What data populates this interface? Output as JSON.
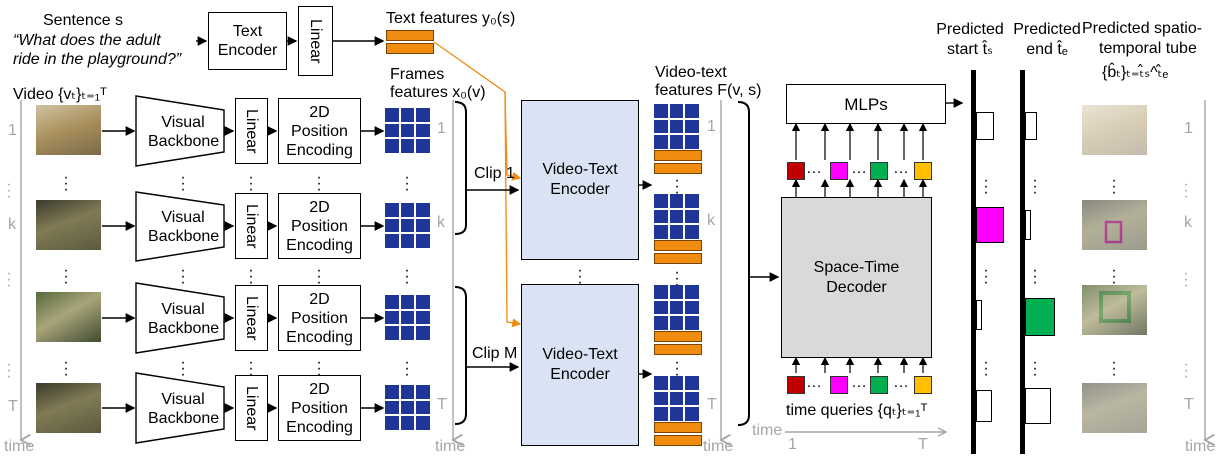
{
  "sentence": {
    "label": "Sentence s",
    "text_line1": "“What does the adult",
    "text_line2": "ride in the playground?”"
  },
  "text_encoder": {
    "label_line1": "Text",
    "label_line2": "Encoder",
    "linear": "Linear"
  },
  "text_features": {
    "label": "Text features y₀(s)"
  },
  "video": {
    "label": "Video {vₜ}ₜ₌₁ᵀ"
  },
  "frames_features": {
    "label_line1": "Frames",
    "label_line2": "features x₀(v)"
  },
  "rows": [
    {
      "time_label": "1",
      "backbone_line1": "Visual",
      "backbone_line2": "Backbone",
      "linear": "Linear",
      "pe_line1": "2D",
      "pe_line2": "Position",
      "pe_line3": "Encoding",
      "out_label": "1"
    },
    {
      "time_label": "k",
      "backbone_line1": "Visual",
      "backbone_line2": "Backbone",
      "linear": "Linear",
      "pe_line1": "2D",
      "pe_line2": "Position",
      "pe_line3": "Encoding",
      "out_label": "k"
    },
    {
      "time_label": "",
      "backbone_line1": "Visual",
      "backbone_line2": "Backbone",
      "linear": "Linear",
      "pe_line1": "2D",
      "pe_line2": "Position",
      "pe_line3": "Encoding",
      "out_label": ""
    },
    {
      "time_label": "T",
      "backbone_line1": "Visual",
      "backbone_line2": "Backbone",
      "linear": "Linear",
      "pe_line1": "2D",
      "pe_line2": "Position",
      "pe_line3": "Encoding",
      "out_label": "T"
    }
  ],
  "time_axis_label": "time",
  "clips": {
    "clip1": "Clip 1",
    "clipM": "Clip M"
  },
  "video_text_encoder": {
    "line1": "Video-Text",
    "line2": "Encoder"
  },
  "video_text_features": {
    "line1": "Video-text",
    "line2": "features F(v, s)"
  },
  "mlps": "MLPs",
  "decoder": {
    "line1": "Space-Time",
    "line2": "Decoder"
  },
  "time_queries": {
    "label": "time queries {qₜ}ₜ₌₁ᵀ",
    "axis_label": "time",
    "axis_start": "1",
    "axis_end": "T"
  },
  "query_colors": [
    "#c00000",
    "#ff00ff",
    "#00b050",
    "#ffc000"
  ],
  "predicted_start": {
    "line1": "Predicted",
    "line2": "start t̂ₛ"
  },
  "predicted_end": {
    "line1": "Predicted",
    "line2": "end t̂ₑ"
  },
  "predicted_tube": {
    "line1": "Predicted spatio-",
    "line2": "temporal tube",
    "line3": "{b̂ₜ}ₜ₌ₜ̂ₛ^ₜ̂ₑ"
  },
  "colors": {
    "feature_blue": "#1f3597",
    "text_feature_orange": "#f08c10",
    "encoder_fill": "#dae3f3",
    "start_highlight": "#ff00ff",
    "end_highlight": "#00b050",
    "arrow_orange": "#f08c10"
  }
}
